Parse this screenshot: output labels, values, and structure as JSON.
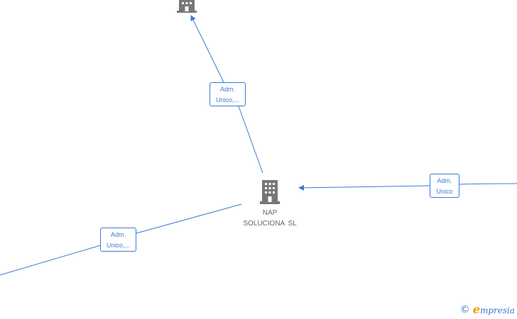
{
  "center_node": {
    "name_line1": "NAP",
    "name_line2": "SOLUCIONA  SL",
    "icon": "building-icon",
    "icon_color": "#777777"
  },
  "top_node": {
    "icon": "building-icon",
    "icon_color": "#777777"
  },
  "edges": {
    "top": {
      "line1": "Adm.",
      "line2": "Unico,..."
    },
    "right": {
      "line1": "Adm.",
      "line2": "Unico"
    },
    "left": {
      "line1": "Adm.",
      "line2": "Unico,..."
    }
  },
  "colors": {
    "edge": "#3a7bd5",
    "label_text": "#3a7bd5",
    "node_text": "#666666",
    "brand_accent": "#f39200"
  },
  "watermark": {
    "symbol": "©",
    "brand_initial": "e",
    "brand_rest": "mpresia"
  }
}
